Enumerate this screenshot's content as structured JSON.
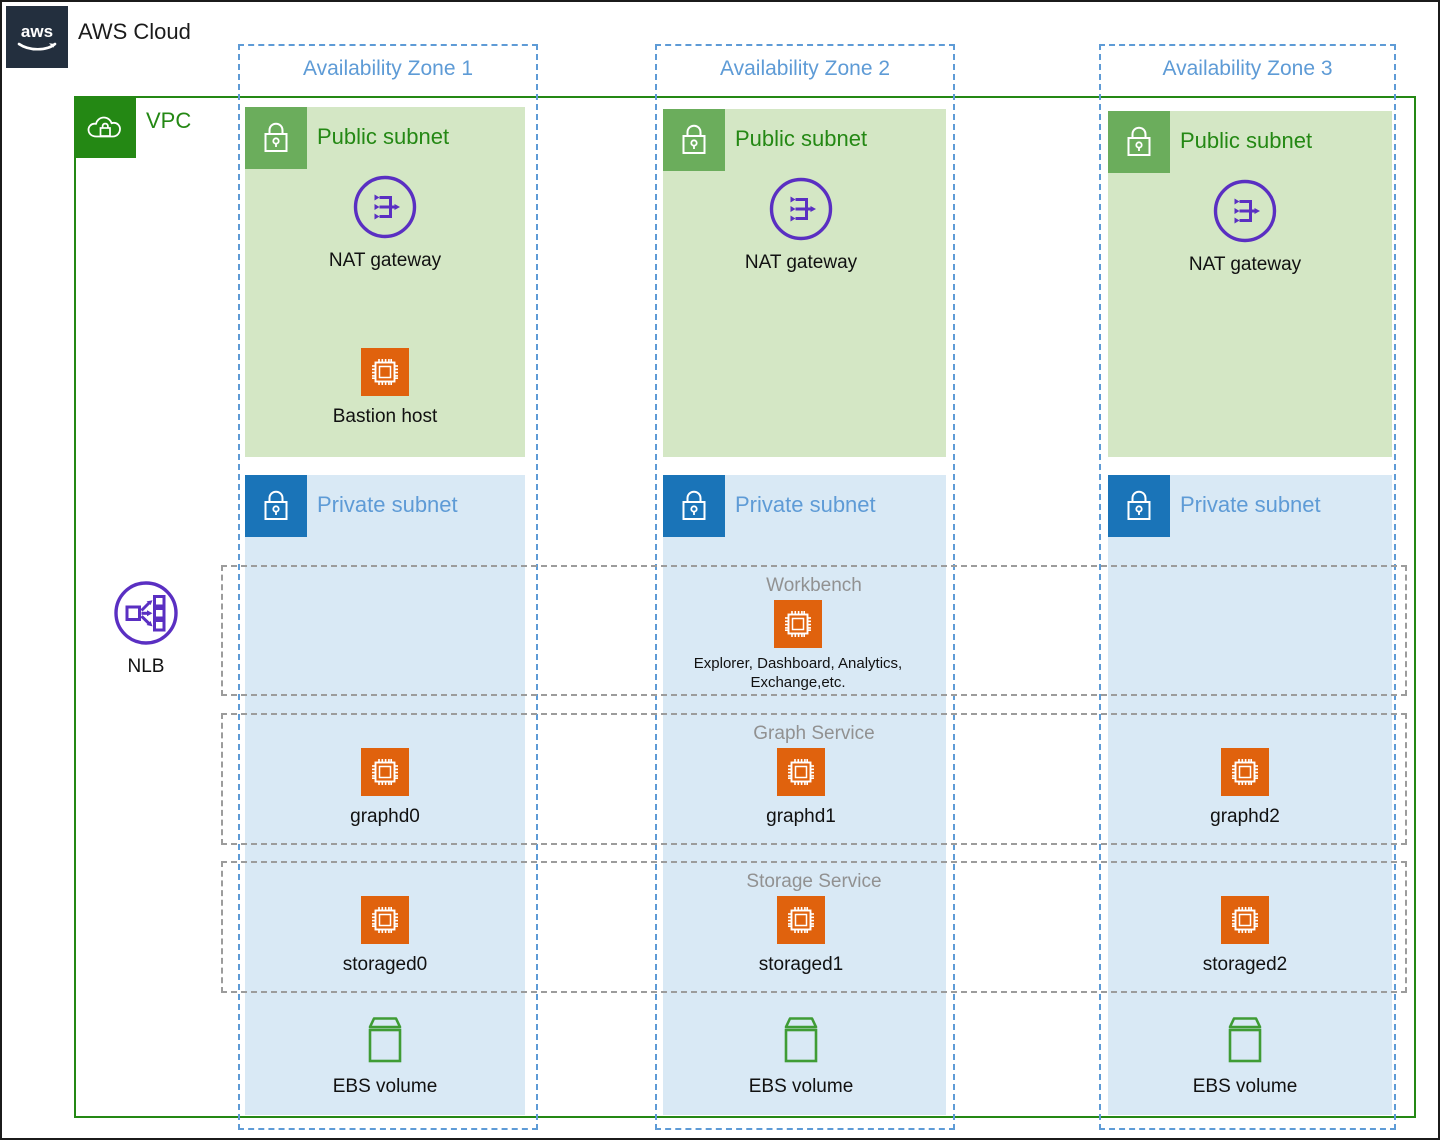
{
  "diagram": {
    "cloud_label": "AWS Cloud",
    "vpc_label": "VPC",
    "logo_name": "aws"
  },
  "colors": {
    "aws_navy": "#232F3E",
    "vpc_green": "#248814",
    "public_subnet_fill": "#D4E7C5",
    "public_subnet_header": "#6BAD5C",
    "private_subnet_fill": "#D9E9F5",
    "private_subnet_header": "#1A74B8",
    "az_blue": "#5E9BD6",
    "ec2_orange": "#E0620D",
    "nat_purple": "#5A2FC2",
    "group_gray": "#919191"
  },
  "availability_zones": [
    {
      "label": "Availability Zone 1"
    },
    {
      "label": "Availability Zone 2"
    },
    {
      "label": "Availability Zone 3"
    }
  ],
  "subnets": {
    "public_label": "Public subnet",
    "private_label": "Private subnet"
  },
  "service_groups": [
    {
      "label": "Workbench"
    },
    {
      "label": "Graph Service"
    },
    {
      "label": "Storage Service"
    }
  ],
  "nlb": {
    "label": "NLB",
    "icon": "nlb-icon"
  },
  "public_nodes": {
    "az1": [
      {
        "label": "NAT gateway",
        "icon": "nat-gateway-icon"
      },
      {
        "label": "Bastion host",
        "icon": "ec2-instance-icon"
      }
    ],
    "az2": [
      {
        "label": "NAT gateway",
        "icon": "nat-gateway-icon"
      }
    ],
    "az3": [
      {
        "label": "NAT gateway",
        "icon": "nat-gateway-icon"
      }
    ]
  },
  "workbench_node": {
    "label": "Explorer, Dashboard, Analytics,\nExchange,etc.",
    "icon": "ec2-instance-icon"
  },
  "graph_nodes": [
    {
      "label": "graphd0",
      "icon": "ec2-instance-icon"
    },
    {
      "label": "graphd1",
      "icon": "ec2-instance-icon"
    },
    {
      "label": "graphd2",
      "icon": "ec2-instance-icon"
    }
  ],
  "storage_nodes": [
    {
      "label": "storaged0",
      "icon": "ec2-instance-icon"
    },
    {
      "label": "storaged1",
      "icon": "ec2-instance-icon"
    },
    {
      "label": "storaged2",
      "icon": "ec2-instance-icon"
    }
  ],
  "ebs_nodes": [
    {
      "label": "EBS volume",
      "icon": "ebs-volume-icon"
    },
    {
      "label": "EBS volume",
      "icon": "ebs-volume-icon"
    },
    {
      "label": "EBS volume",
      "icon": "ebs-volume-icon"
    }
  ]
}
